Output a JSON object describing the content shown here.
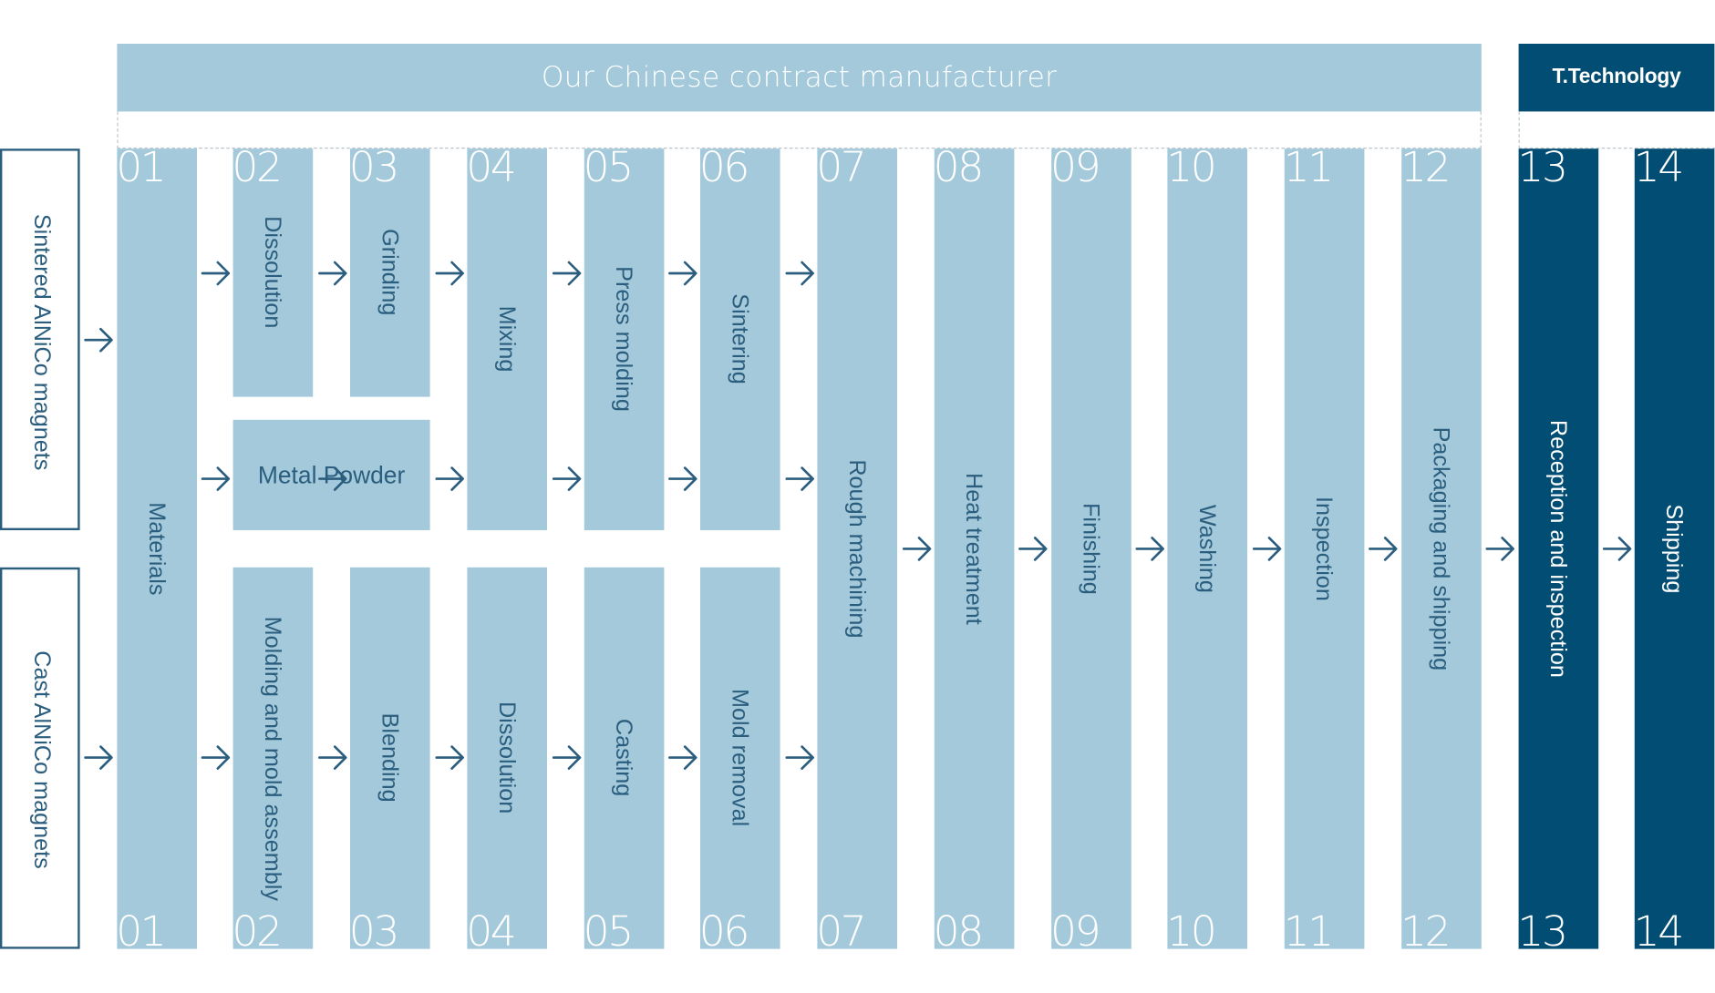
{
  "header": {
    "contractor_banner": "Our Chinese contract manufacturer",
    "company_banner": "T.Technology"
  },
  "inputs": {
    "sintered": "Sintered AlNiCo magnets",
    "cast": "Cast AlNiCo magnets"
  },
  "numbers": [
    "01",
    "02",
    "03",
    "04",
    "05",
    "06",
    "07",
    "08",
    "09",
    "10",
    "11",
    "12",
    "13",
    "14"
  ],
  "steps": {
    "materials": "Materials",
    "sintered_dissolution": "Dissolution",
    "grinding": "Grinding",
    "mixing": "Mixing",
    "press_molding": "Press molding",
    "sintering": "Sintering",
    "metal_powder": "Metal Powder",
    "molding_assembly": "Molding and mold assembly",
    "blending": "Blending",
    "cast_dissolution": "Dissolution",
    "casting": "Casting",
    "mold_removal": "Mold removal",
    "rough_machining": "Rough machining",
    "heat_treatment": "Heat treatment",
    "finishing": "Finishing",
    "washing": "Washing",
    "inspection": "Inspection",
    "packaging": "Packaging and shipping",
    "reception": "Reception and inspection",
    "shipping": "Shipping"
  },
  "colors": {
    "light_step": "#a3c9db",
    "dark_step": "#024d73",
    "label_text": "#2b5e7e",
    "arrow": "#2b5e7e"
  }
}
